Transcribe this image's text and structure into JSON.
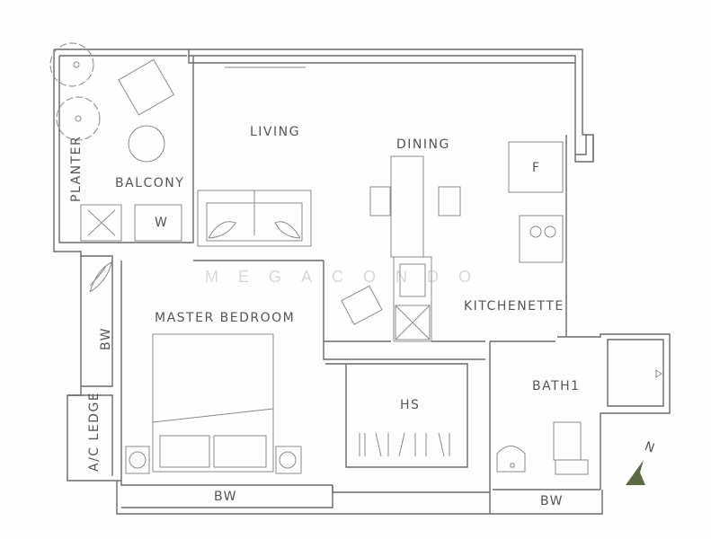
{
  "rooms": {
    "living": "LIVING",
    "dining": "DINING",
    "balcony": "BALCONY",
    "planter": "PLANTER",
    "washer": "W",
    "fridge": "F",
    "kitchenette": "KITCHENETTE",
    "master_bedroom": "MASTER BEDROOM",
    "bw_left": "BW",
    "ac_ledge": "A/C LEDGE",
    "hs": "HS",
    "bath1": "BATH1",
    "bw_bottom": "BW",
    "bw_bath": "BW"
  },
  "compass": {
    "label": "N",
    "icon": "north-arrow-icon"
  },
  "watermark": "MEGACONDO",
  "colors": {
    "line": "#6a6a6a",
    "text": "#555555"
  }
}
